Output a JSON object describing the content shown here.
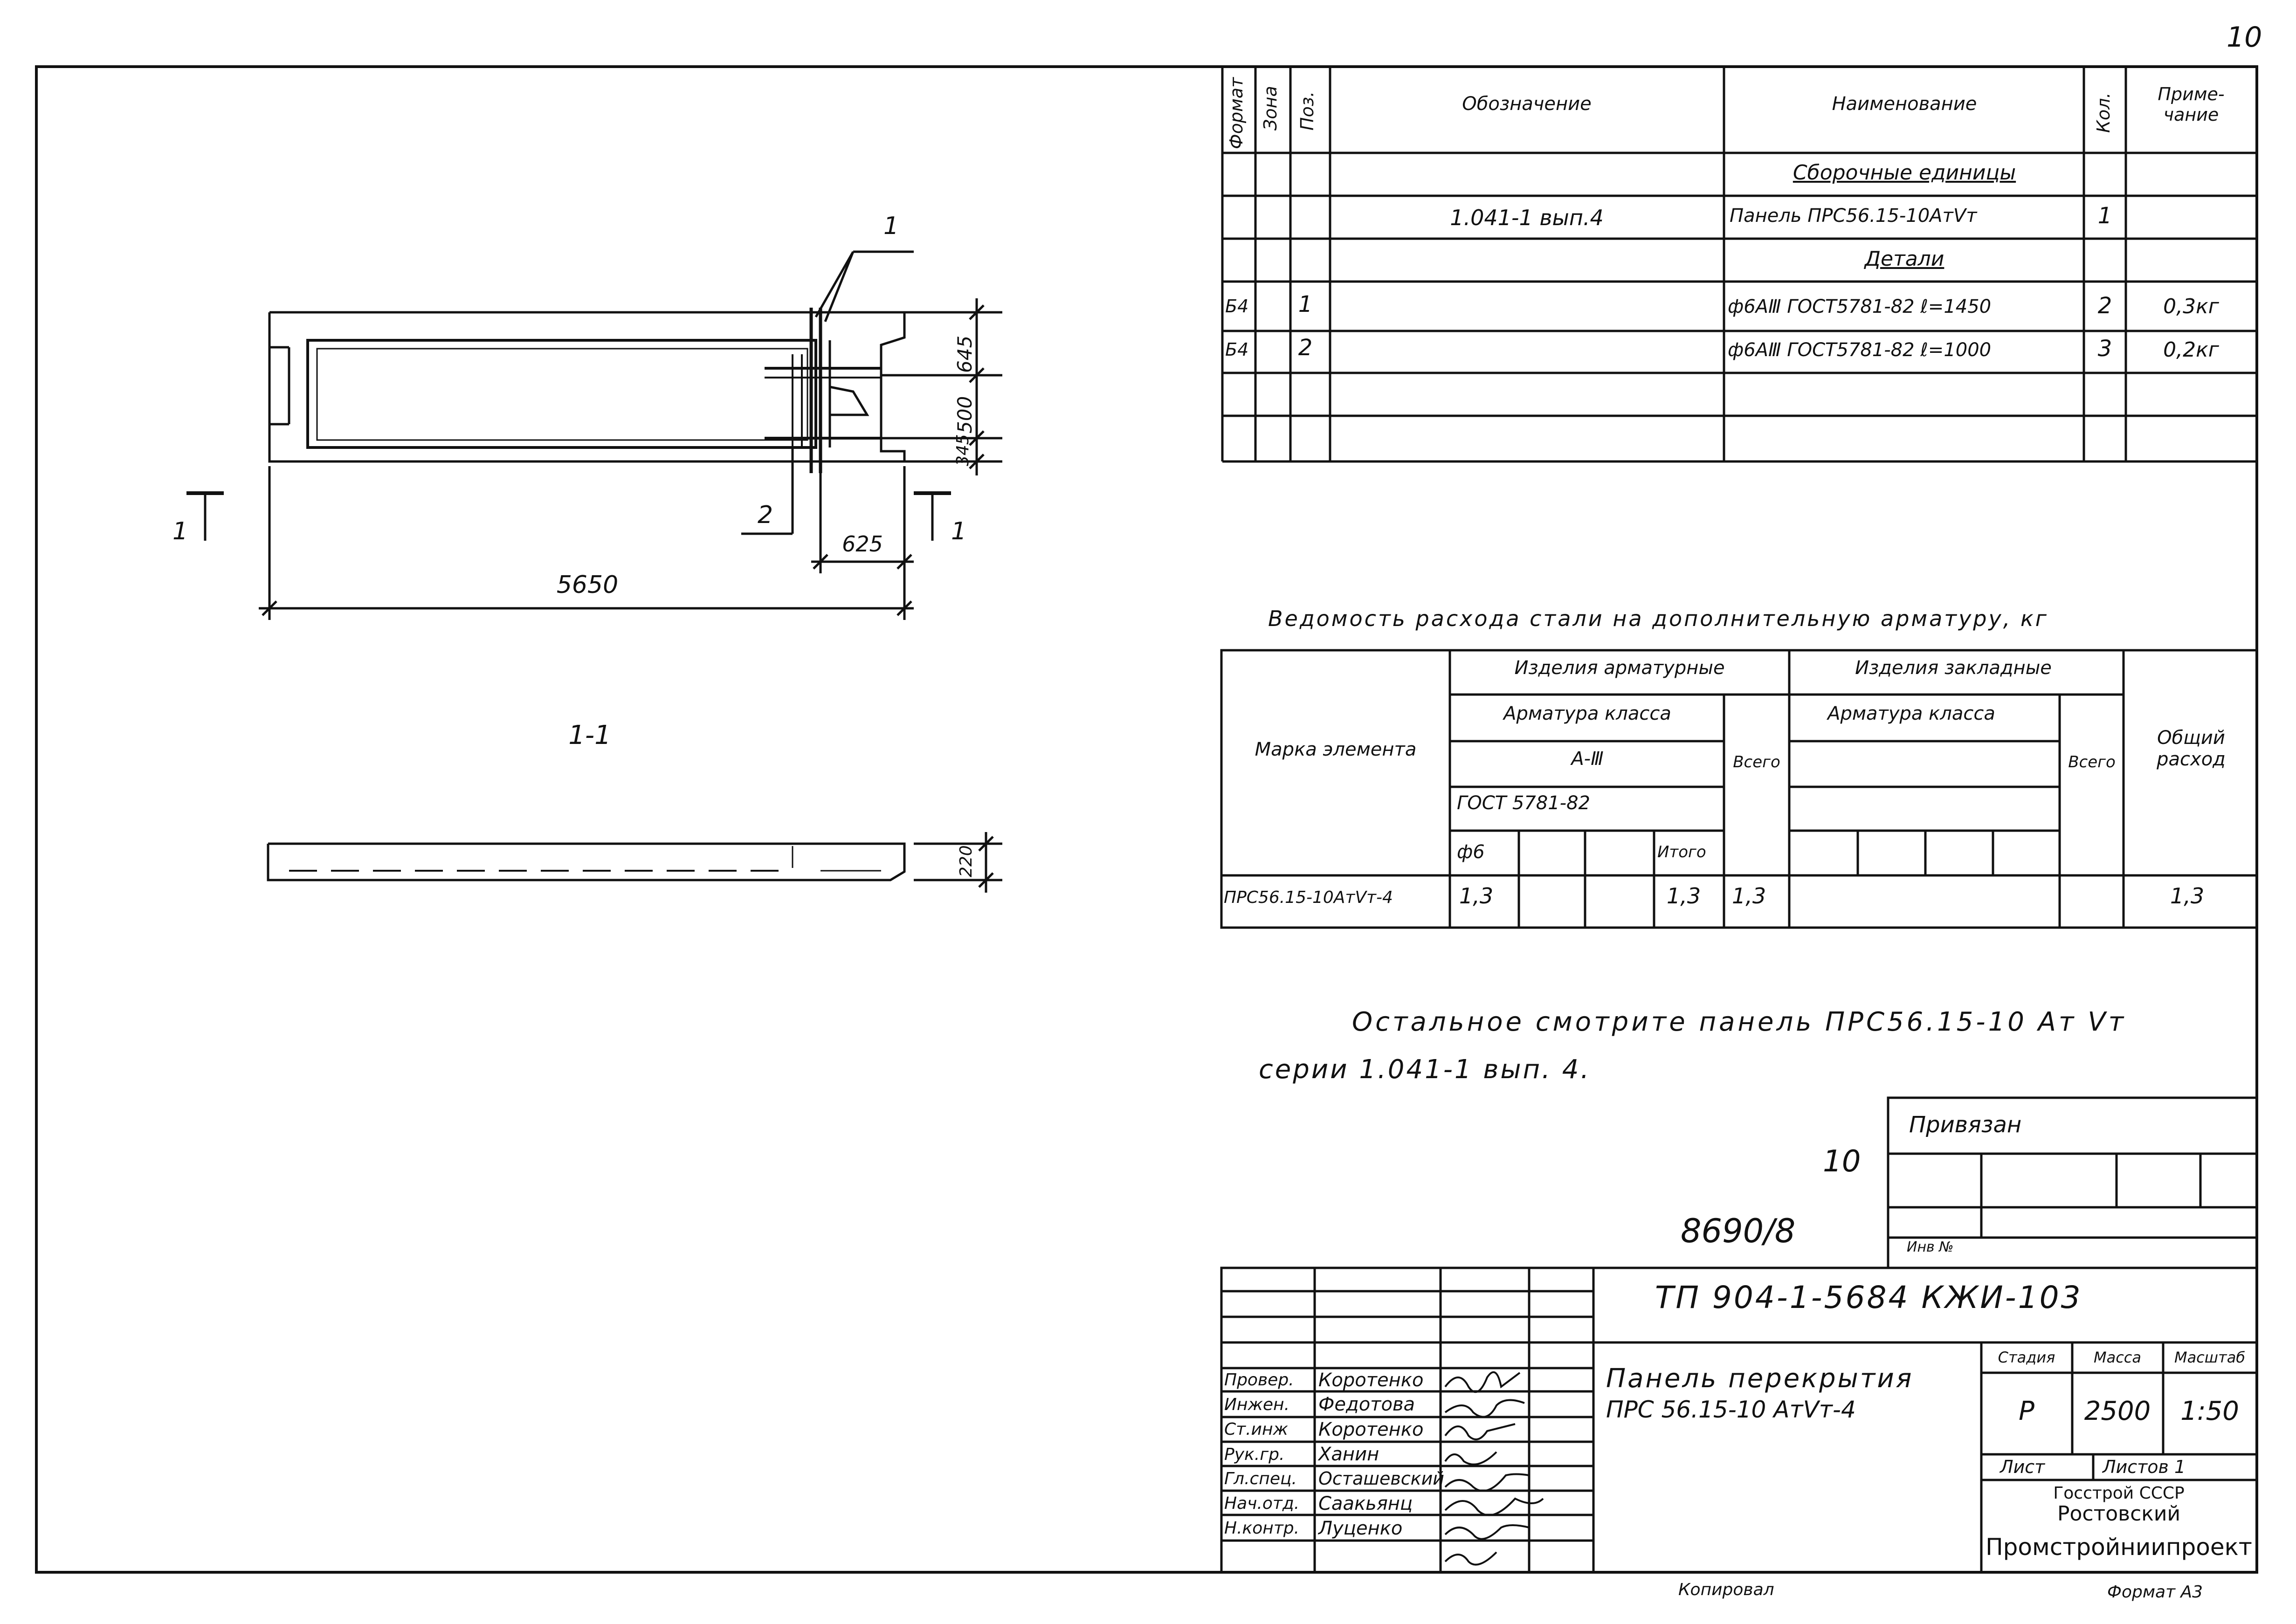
{
  "page_number": "10",
  "spec_table": {
    "headers": {
      "format": "Формат",
      "zone": "Зона",
      "pos": "Поз.",
      "designation": "Обозначение",
      "name": "Наименование",
      "qty": "Кол.",
      "note": "Приме-чание"
    },
    "rows": [
      {
        "format": "",
        "zone": "",
        "pos": "",
        "designation": "",
        "name": "Сборочные единицы",
        "qty": "",
        "note": ""
      },
      {
        "format": "",
        "zone": "",
        "pos": "",
        "designation": "1.041-1 вып.4",
        "name": "Панель ПРС56.15-10АтVт",
        "qty": "1",
        "note": ""
      },
      {
        "format": "",
        "zone": "",
        "pos": "",
        "designation": "",
        "name": "Детали",
        "qty": "",
        "note": ""
      },
      {
        "format": "Б4",
        "zone": "",
        "pos": "1",
        "designation": "",
        "name": "ф6АⅢ ГОСТ5781-82 ℓ=1450",
        "qty": "2",
        "note": "0,3кг"
      },
      {
        "format": "Б4",
        "zone": "",
        "pos": "2",
        "designation": "",
        "name": "ф6АⅢ ГОСТ5781-82 ℓ=1000",
        "qty": "3",
        "note": "0,2кг"
      }
    ]
  },
  "drawing": {
    "dim_total": "5650",
    "dim_625": "625",
    "dim_645": "645",
    "dim_500": "500",
    "dim_345": "345",
    "dim_220": "220",
    "label_1_top": "1",
    "label_2": "2",
    "section_mark_left": "1",
    "section_mark_right": "1",
    "section_title": "1-1"
  },
  "steel_table": {
    "title": "Ведомость расхода стали на дополнительную арматуру, кг",
    "h_mark": "Марка элемента",
    "h_rebar_items": "Изделия арматурные",
    "h_embedded_items": "Изделия закладные",
    "h_class1": "Арматура класса",
    "h_class2": "Арматура класса",
    "h_a3": "А-Ⅲ",
    "h_gost": "ГОСТ 5781-82",
    "h_total1": "Всего",
    "h_total2": "Всего",
    "h_general": "Общий расход",
    "h_d6": "ф6",
    "h_itogo": "Итого",
    "row": {
      "mark": "ПРС56.15-10АтVт-4",
      "d6": "1,3",
      "itogo": "1,3",
      "total1": "1,3",
      "general": "1,3"
    }
  },
  "note_line1": "Остальное смотрите панель ПРС56.15-10 Ат Vт",
  "note_line2": "серии 1.041-1 вып. 4.",
  "stamp": {
    "privyazan": "Привязан",
    "inv_no": "Инв №",
    "num_10": "10",
    "num_8690": "8690/8",
    "doc_code": "ТП 904-1-5684 КЖИ-103",
    "title_line1": "Панель перекрытия",
    "title_line2": "ПРС 56.15-10 АтVт-4",
    "stage_h": "Стадия",
    "mass_h": "Масса",
    "scale_h": "Масштаб",
    "stage": "Р",
    "mass": "2500",
    "scale": "1:50",
    "sheet": "Лист",
    "sheets": "Листов 1",
    "org_line1": "Госстрой СССР",
    "org_line2": "Ростовский",
    "org_line3": "Промстройниипроект",
    "people": [
      {
        "role": "Провер.",
        "name": "Коротенко"
      },
      {
        "role": "Инжен.",
        "name": "Федотова"
      },
      {
        "role": "Ст.инж",
        "name": "Коротенко"
      },
      {
        "role": "Рук.гр.",
        "name": "Ханин"
      },
      {
        "role": "Гл.спец.",
        "name": "Осташевский"
      },
      {
        "role": "Нач.отд.",
        "name": "Саакьянц"
      },
      {
        "role": "Н.контр.",
        "name": "Луценко"
      }
    ]
  },
  "copied": "Копировал",
  "format": "Формат А3"
}
